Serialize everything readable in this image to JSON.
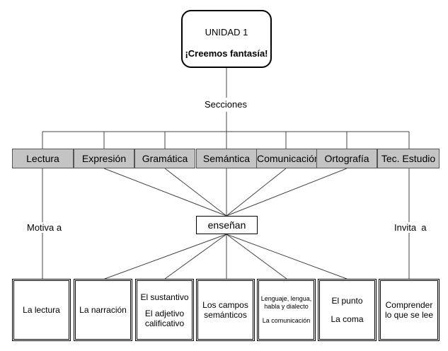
{
  "unit": {
    "line1": "UNIDAD 1",
    "line2": "¡Creemos fantasía!"
  },
  "sections_label": "Secciones",
  "sections": [
    "Lectura",
    "Expresión",
    "Gramática",
    "Semántica",
    "Comunicación",
    "Ortografía",
    "Tec. Estudio"
  ],
  "center_label": "enseñan",
  "left_connector": "Motiva a",
  "right_connector": "Invita  a",
  "bottom_boxes": [
    {
      "lines": [
        "La lectura"
      ]
    },
    {
      "lines": [
        "La narración"
      ]
    },
    {
      "lines": [
        "El sustantivo",
        "El adjetivo calificativo"
      ]
    },
    {
      "lines": [
        "Los campos semánticos"
      ]
    },
    {
      "lines": [
        "Lenguaje, lengua, habla y dialecto",
        "La comunicación"
      ]
    },
    {
      "lines": [
        "El punto",
        "La coma"
      ]
    },
    {
      "lines": [
        "Comprender lo que se lee"
      ]
    }
  ],
  "colors": {
    "section_fill": "#c4c4c4",
    "line": "#444444"
  }
}
